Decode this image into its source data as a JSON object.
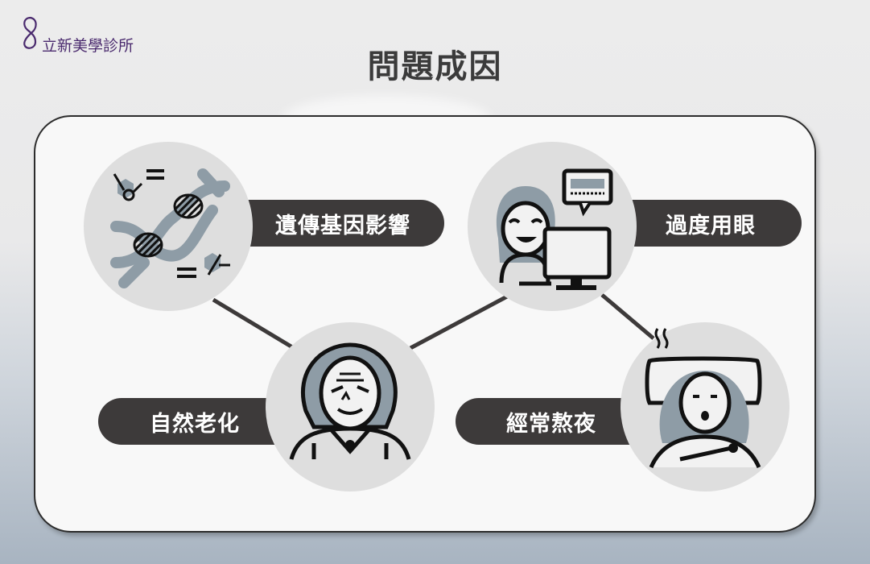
{
  "brand": {
    "logo_mark": "8",
    "name": "立新美學診所",
    "color": "#4a2a6e"
  },
  "page": {
    "title": "問題成因"
  },
  "causes": [
    {
      "label": "遺傳基因影響",
      "icon": "dna-icon"
    },
    {
      "label": "過度用眼",
      "icon": "computer-user-icon"
    },
    {
      "label": "自然老化",
      "icon": "elderly-person-icon"
    },
    {
      "label": "經常熬夜",
      "icon": "sleepless-person-icon"
    }
  ],
  "colors": {
    "pill": "#3d3a3a",
    "circle": "#dedede",
    "accent_gray": "#8e9ca6",
    "card_border": "#2c2c2c"
  }
}
